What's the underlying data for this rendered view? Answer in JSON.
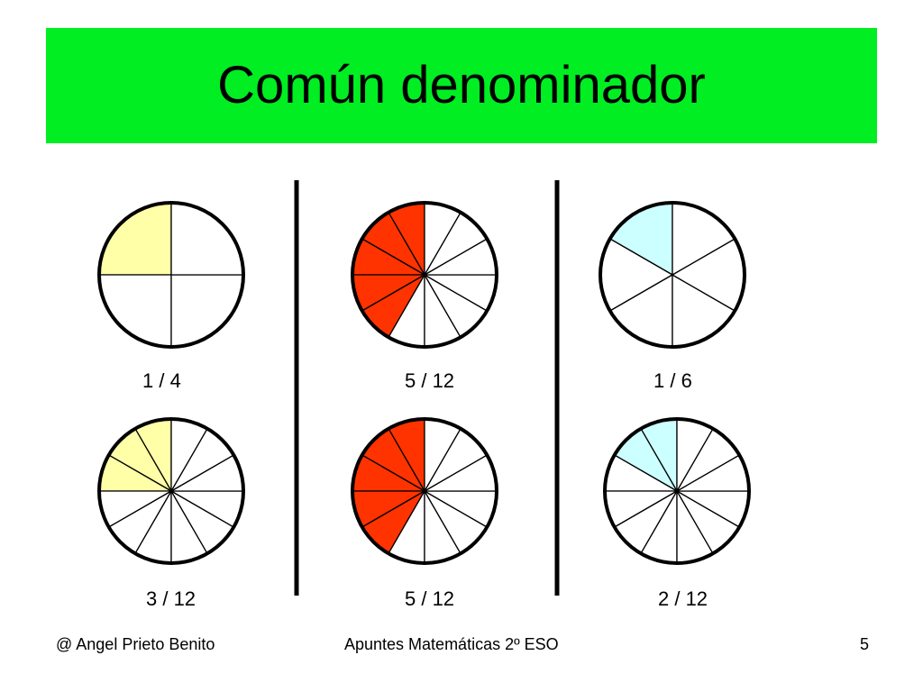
{
  "slide": {
    "title": "Común denominador",
    "colors": {
      "banner": "#00EE22",
      "yellow": "#FFFFA8",
      "red": "#FF3300",
      "cyan": "#CCFFFF",
      "outline": "#000000"
    }
  },
  "pies": [
    {
      "label": "1 / 4",
      "parts": 4,
      "shaded": 1,
      "fill": "yellow"
    },
    {
      "label": "5 / 12",
      "parts": 12,
      "shaded": 5,
      "fill": "red"
    },
    {
      "label": "1 / 6",
      "parts": 6,
      "shaded": 1,
      "fill": "cyan"
    },
    {
      "label": "3 / 12",
      "parts": 12,
      "shaded": 3,
      "fill": "yellow"
    },
    {
      "label": "5 / 12",
      "parts": 12,
      "shaded": 5,
      "fill": "red"
    },
    {
      "label": "2 / 12",
      "parts": 12,
      "shaded": 2,
      "fill": "cyan"
    }
  ],
  "footer": {
    "author": "@  Angel Prieto Benito",
    "course": "Apuntes Matemáticas 2º ESO",
    "page": "5"
  }
}
